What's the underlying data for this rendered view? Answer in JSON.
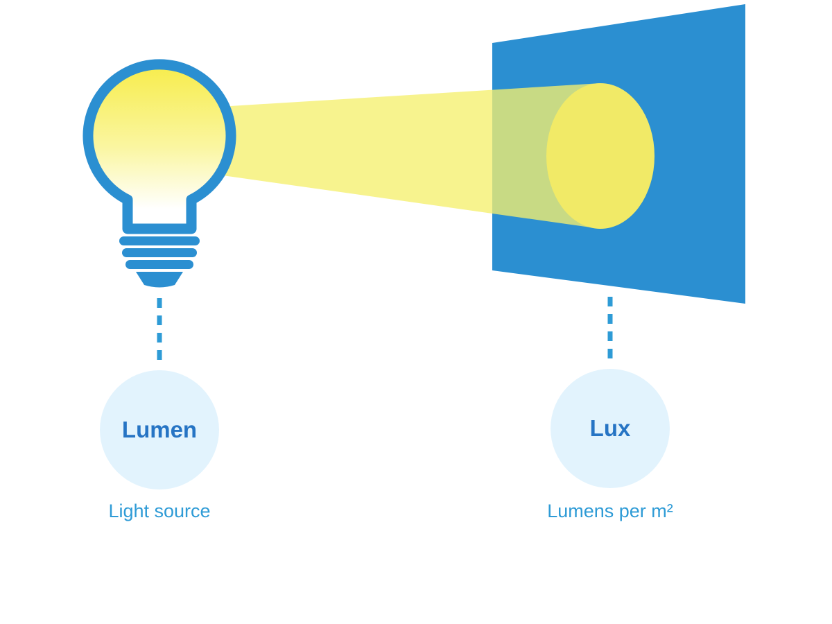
{
  "diagram": {
    "left": {
      "term": "Lumen",
      "caption": "Light source"
    },
    "right": {
      "term": "Lux",
      "caption": "Lumens per m²"
    },
    "colors": {
      "blue": "#2B8FD1",
      "dash_blue": "#2E9BD6",
      "term_text": "#2674C4",
      "caption_text": "#2E9BD6",
      "bubble_fill": "#E2F3FD",
      "beam_yellow": "#F5EF6E",
      "spot_yellow": "#F1EA67",
      "bulb_yellow_top": "#F7EC4B",
      "background": "#FFFFFF"
    }
  }
}
